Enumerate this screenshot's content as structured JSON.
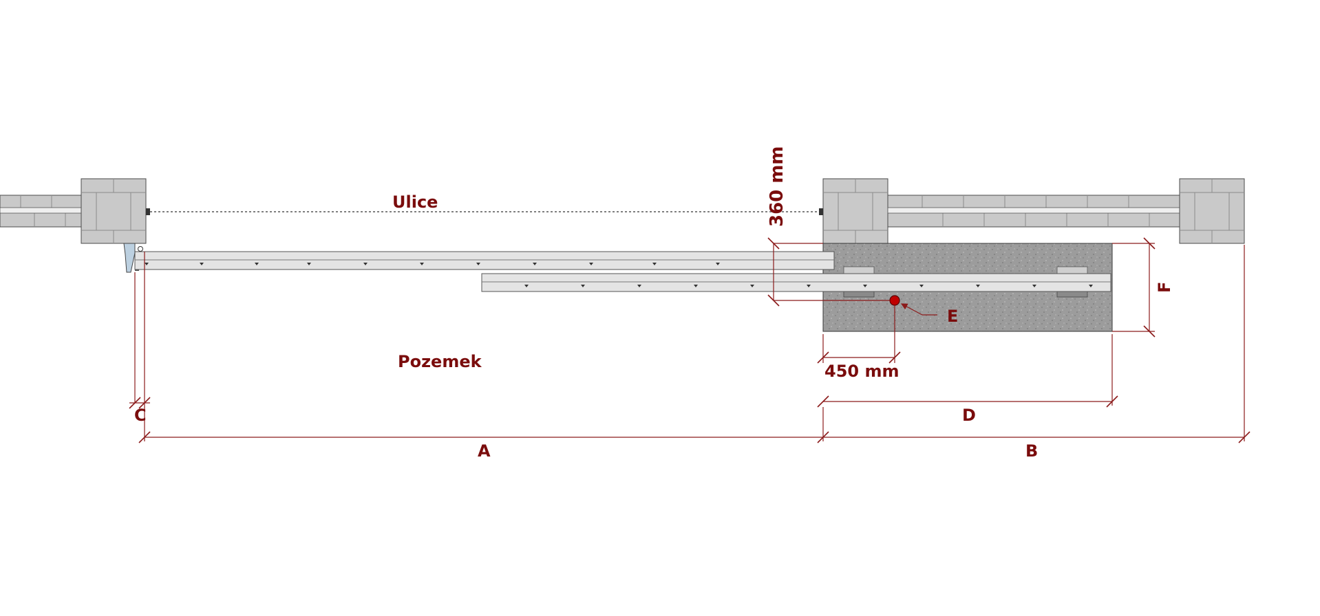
{
  "diagram": {
    "labels": {
      "street": "Ulice",
      "property": "Pozemek",
      "dim_vertical_offset": "360 mm",
      "dim_horizontal_offset": "450 mm",
      "dim_a": "A",
      "dim_b": "B",
      "dim_c": "C",
      "dim_d": "D",
      "dim_e": "E",
      "dim_f": "F"
    },
    "colors": {
      "dimension": "#8b1a1a",
      "label": "#7a0c0c",
      "pillar": "#c9c9c9",
      "foundation": "#9a9a9a",
      "gate": "#e4e4e4",
      "anchor_point": "#c00000"
    }
  }
}
